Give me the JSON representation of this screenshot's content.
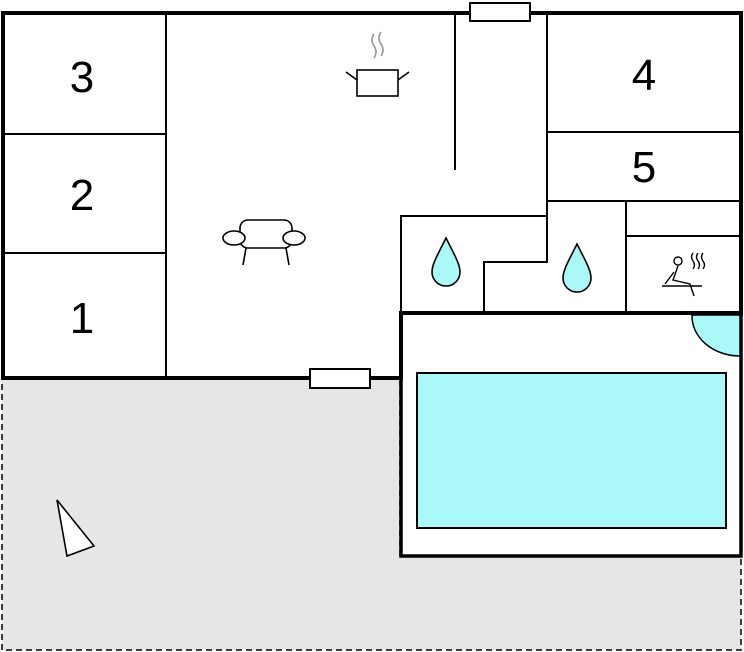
{
  "rooms": [
    {
      "id": "room-3",
      "label": "3"
    },
    {
      "id": "room-2",
      "label": "2"
    },
    {
      "id": "room-1",
      "label": "1"
    },
    {
      "id": "room-4",
      "label": "4"
    },
    {
      "id": "room-5",
      "label": "5"
    }
  ],
  "icons": [
    "kitchen-pot-icon",
    "sofa-icon",
    "water-drop-icon",
    "water-drop-icon",
    "sauna-icon",
    "compass-arrow-icon"
  ],
  "colors": {
    "wall": "#000000",
    "terrace": "#e6e6e6",
    "pool": "#aaf8f8",
    "background": "#ffffff"
  }
}
